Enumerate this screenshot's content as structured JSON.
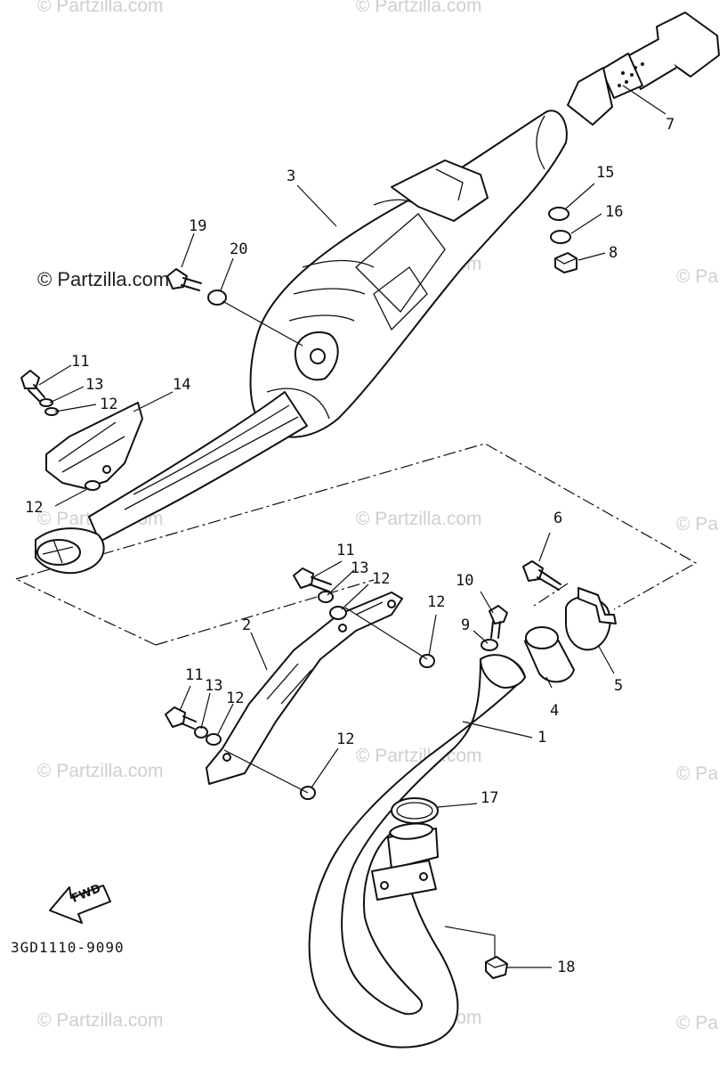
{
  "diagram_code": "3GD1110-9090",
  "fwd_label": "FWD",
  "watermark": "© Partzilla.com",
  "watermark_partial": "© Pa",
  "callouts": {
    "c1": "1",
    "c2": "2",
    "c3": "3",
    "c4": "4",
    "c5": "5",
    "c6": "6",
    "c7": "7",
    "c8": "8",
    "c9": "9",
    "c10": "10",
    "c11a": "11",
    "c11b": "11",
    "c11c": "11",
    "c12a": "12",
    "c12b": "12",
    "c12c": "12",
    "c12d": "12",
    "c12e": "12",
    "c12f": "12",
    "c13a": "13",
    "c13b": "13",
    "c13c": "13",
    "c14": "14",
    "c15": "15",
    "c16": "16",
    "c17": "17",
    "c18": "18",
    "c19": "19",
    "c20": "20"
  },
  "colors": {
    "ink": "#111111",
    "watermark": "#cfcfcf",
    "background": "#ffffff"
  }
}
